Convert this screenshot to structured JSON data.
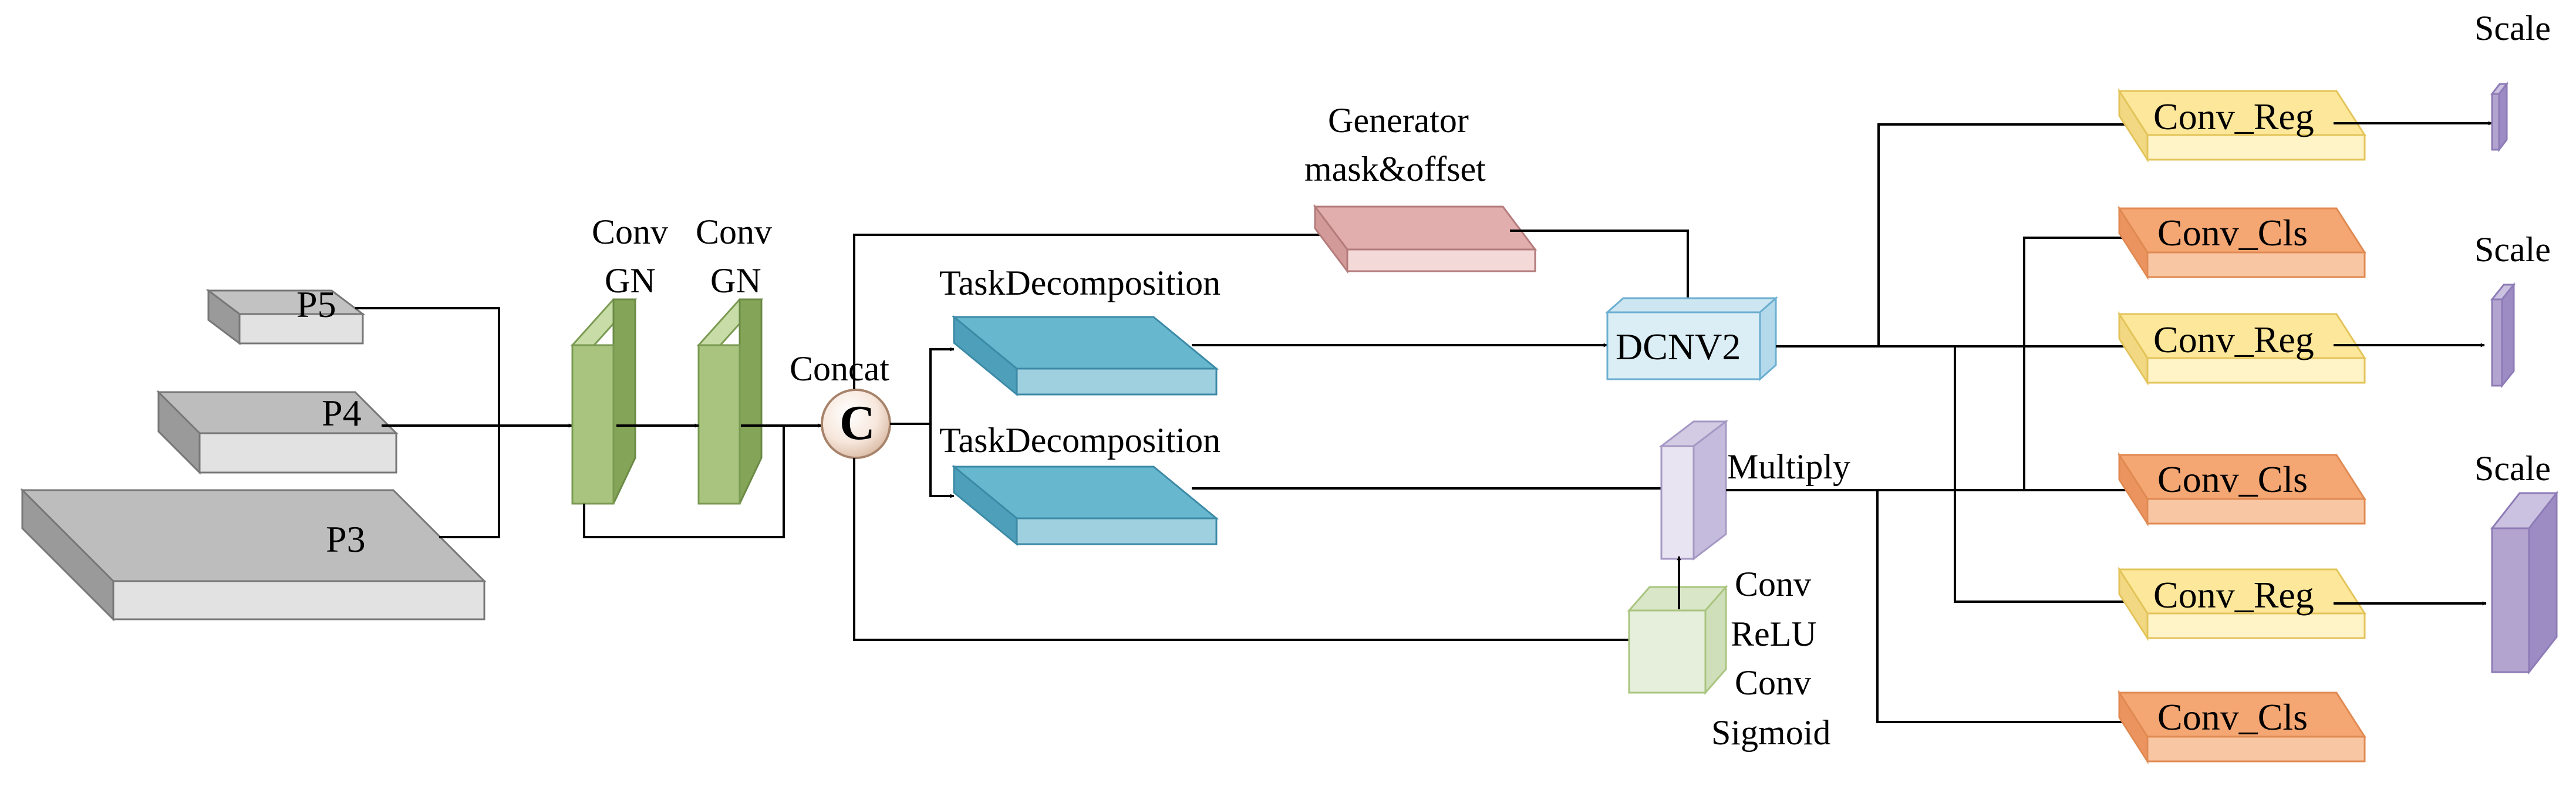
{
  "inputs": {
    "p5": "P5",
    "p4": "P4",
    "p3": "P3"
  },
  "conv_gn": [
    {
      "line1": "Conv",
      "line2": "GN"
    },
    {
      "line1": "Conv",
      "line2": "GN"
    }
  ],
  "concat": {
    "label": "Concat",
    "symbol": "C"
  },
  "generator": {
    "line1": "Generator",
    "line2": "mask&offset"
  },
  "task_decomp": [
    "TaskDecomposition",
    "TaskDecomposition"
  ],
  "dcnv2": "DCNV2",
  "multiply": "Multiply",
  "attention": [
    "Conv",
    "ReLU",
    "Conv",
    "Sigmoid"
  ],
  "outputs": {
    "reg": [
      "Conv_Reg",
      "Conv_Reg",
      "Conv_Reg"
    ],
    "cls": [
      "Conv_Cls",
      "Conv_Cls",
      "Conv_Cls"
    ]
  },
  "scale": [
    "Scale",
    "Scale",
    "Scale"
  ],
  "colors": {
    "input_gray": "#b8b8b8",
    "conv_gn_green": "#a9c47f",
    "task_blue": "#67b8cf",
    "generator_pink": "#e6b1b1",
    "dcnv2_blue": "#dbeef6",
    "multiply_lavender": "#e9e4f1",
    "attention_green": "#e6efdb",
    "reg_yellow": "#fdeda6",
    "cls_orange": "#f5b78e",
    "scale_purple": "#b3a4cf"
  }
}
